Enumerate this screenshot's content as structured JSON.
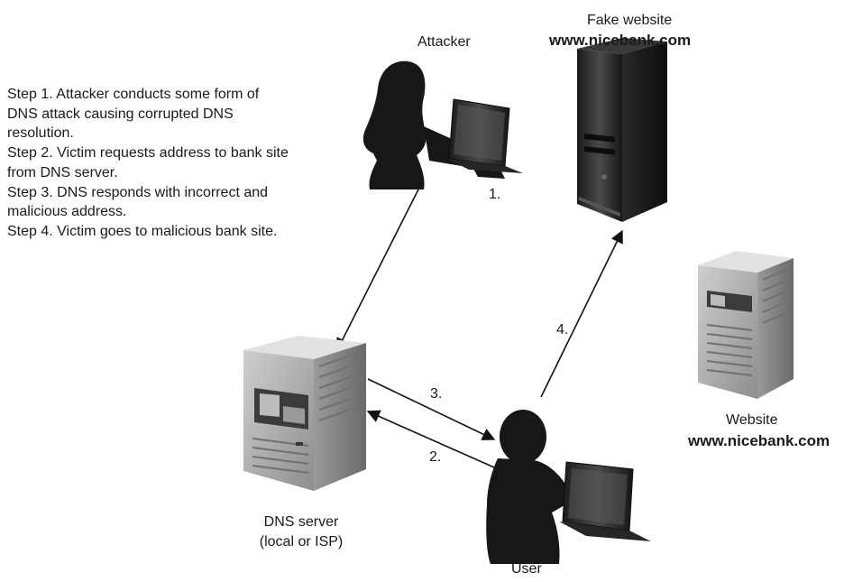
{
  "steps": [
    "Step 1. Attacker conducts some form of",
    "DNS attack causing corrupted DNS",
    "resolution.",
    "Step 2. Victim requests address to bank site",
    "from DNS server.",
    "Step 3. DNS responds with incorrect and",
    "malicious address.",
    "Step 4. Victim goes to malicious bank site."
  ],
  "attacker": {
    "label": "Attacker"
  },
  "fake_site": {
    "label": "Fake website",
    "url": "www.nicebank.com"
  },
  "real_site": {
    "label": "Website",
    "url": "www.nicebank.com"
  },
  "dns_server": {
    "label_line1": "DNS server",
    "label_line2": "(local or ISP)"
  },
  "user": {
    "label": "User"
  },
  "arrows": {
    "step1": "1.",
    "step2": "2.",
    "step3": "3.",
    "step4": "4."
  }
}
